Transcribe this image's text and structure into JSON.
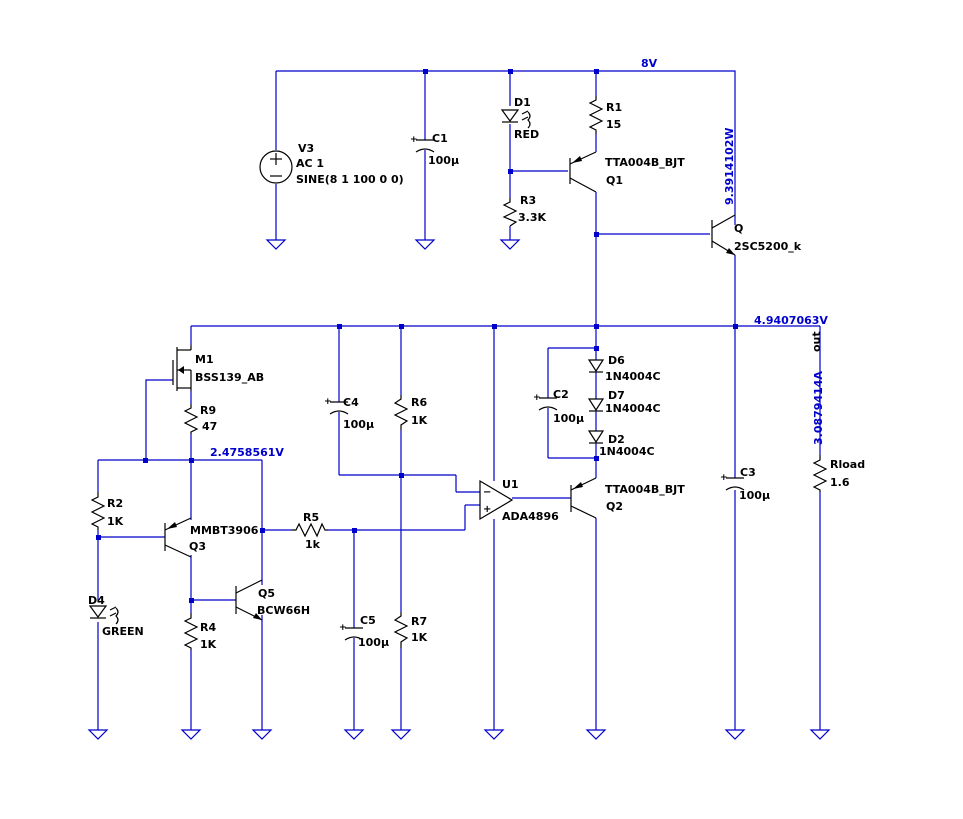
{
  "nets": {
    "supply": "8V",
    "out_voltage": "4.9407063V",
    "out_name": "out",
    "ref_voltage": "2.4758561V",
    "q_power": "9.3914102W",
    "load_current": "3.0879414A"
  },
  "components": {
    "V3": {
      "name": "V3",
      "line1": "AC 1",
      "line2": "SINE(8 1 100 0 0)"
    },
    "C1": {
      "name": "C1",
      "value": "100µ"
    },
    "D1": {
      "name": "D1",
      "value": "RED"
    },
    "R1": {
      "name": "R1",
      "value": "15"
    },
    "R3": {
      "name": "R3",
      "value": "3.3K"
    },
    "Q1": {
      "name": "Q1",
      "value": "TTA004B_BJT"
    },
    "Q": {
      "name": "Q",
      "value": "2SC5200_k"
    },
    "M1": {
      "name": "M1",
      "value": "BSS139_AB"
    },
    "R9": {
      "name": "R9",
      "value": "47"
    },
    "C4": {
      "name": "C4",
      "value": "100µ"
    },
    "R6": {
      "name": "R6",
      "value": "1K"
    },
    "C2": {
      "name": "C2",
      "value": "100µ"
    },
    "D6": {
      "name": "D6",
      "value": "1N4004C"
    },
    "D7": {
      "name": "D7",
      "value": "1N4004C"
    },
    "D2": {
      "name": "D2",
      "value": "1N4004C"
    },
    "C3": {
      "name": "C3",
      "value": "100µ"
    },
    "Rload": {
      "name": "Rload",
      "value": "1.6"
    },
    "R2": {
      "name": "R2",
      "value": "1K"
    },
    "Q3": {
      "name": "Q3",
      "value": "MMBT3906"
    },
    "U1": {
      "name": "U1",
      "value": "ADA4896"
    },
    "Q2": {
      "name": "Q2",
      "value": "TTA004B_BJT"
    },
    "R5": {
      "name": "R5",
      "value": "1k"
    },
    "D4": {
      "name": "D4",
      "value": "GREEN"
    },
    "R4": {
      "name": "R4",
      "value": "1K"
    },
    "Q5": {
      "name": "Q5",
      "value": "BCW66H"
    },
    "C5": {
      "name": "C5",
      "value": "100µ"
    },
    "R7": {
      "name": "R7",
      "value": "1K"
    }
  }
}
